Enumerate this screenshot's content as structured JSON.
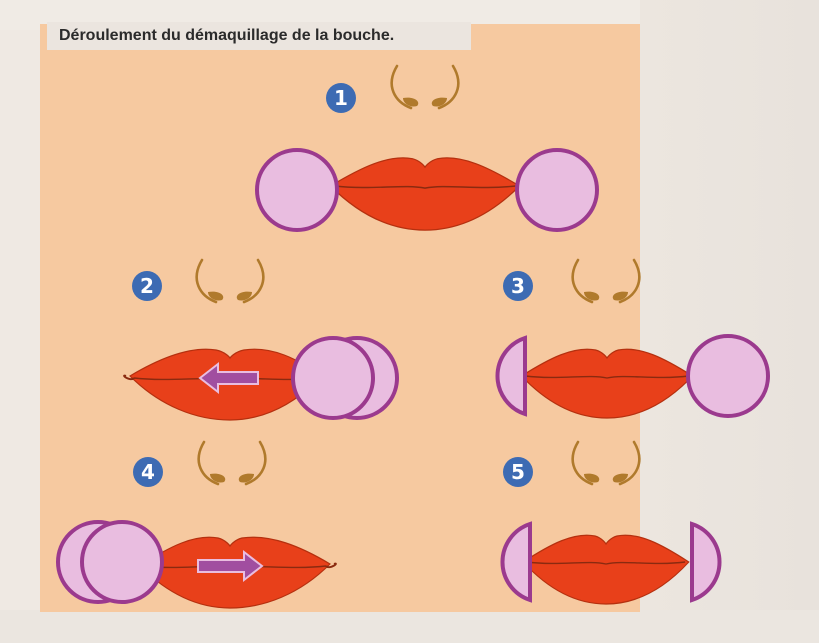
{
  "title": "Déroulement du démaquillage de la bouche.",
  "steps": [
    "1",
    "2",
    "3",
    "4",
    "5"
  ],
  "colors": {
    "panel": "#f6c9a0",
    "lips": "#e8401a",
    "lip_line": "#8a2a10",
    "pad_fill": "#e9bde0",
    "pad_stroke": "#9b3a8e",
    "badge": "#3d6bb3",
    "nose": "#b07a2c",
    "arrow": "#a14ea0"
  },
  "icons": [
    "nose-icon",
    "lips-icon",
    "cotton-pad-icon",
    "arrow-left-icon",
    "arrow-right-icon"
  ]
}
